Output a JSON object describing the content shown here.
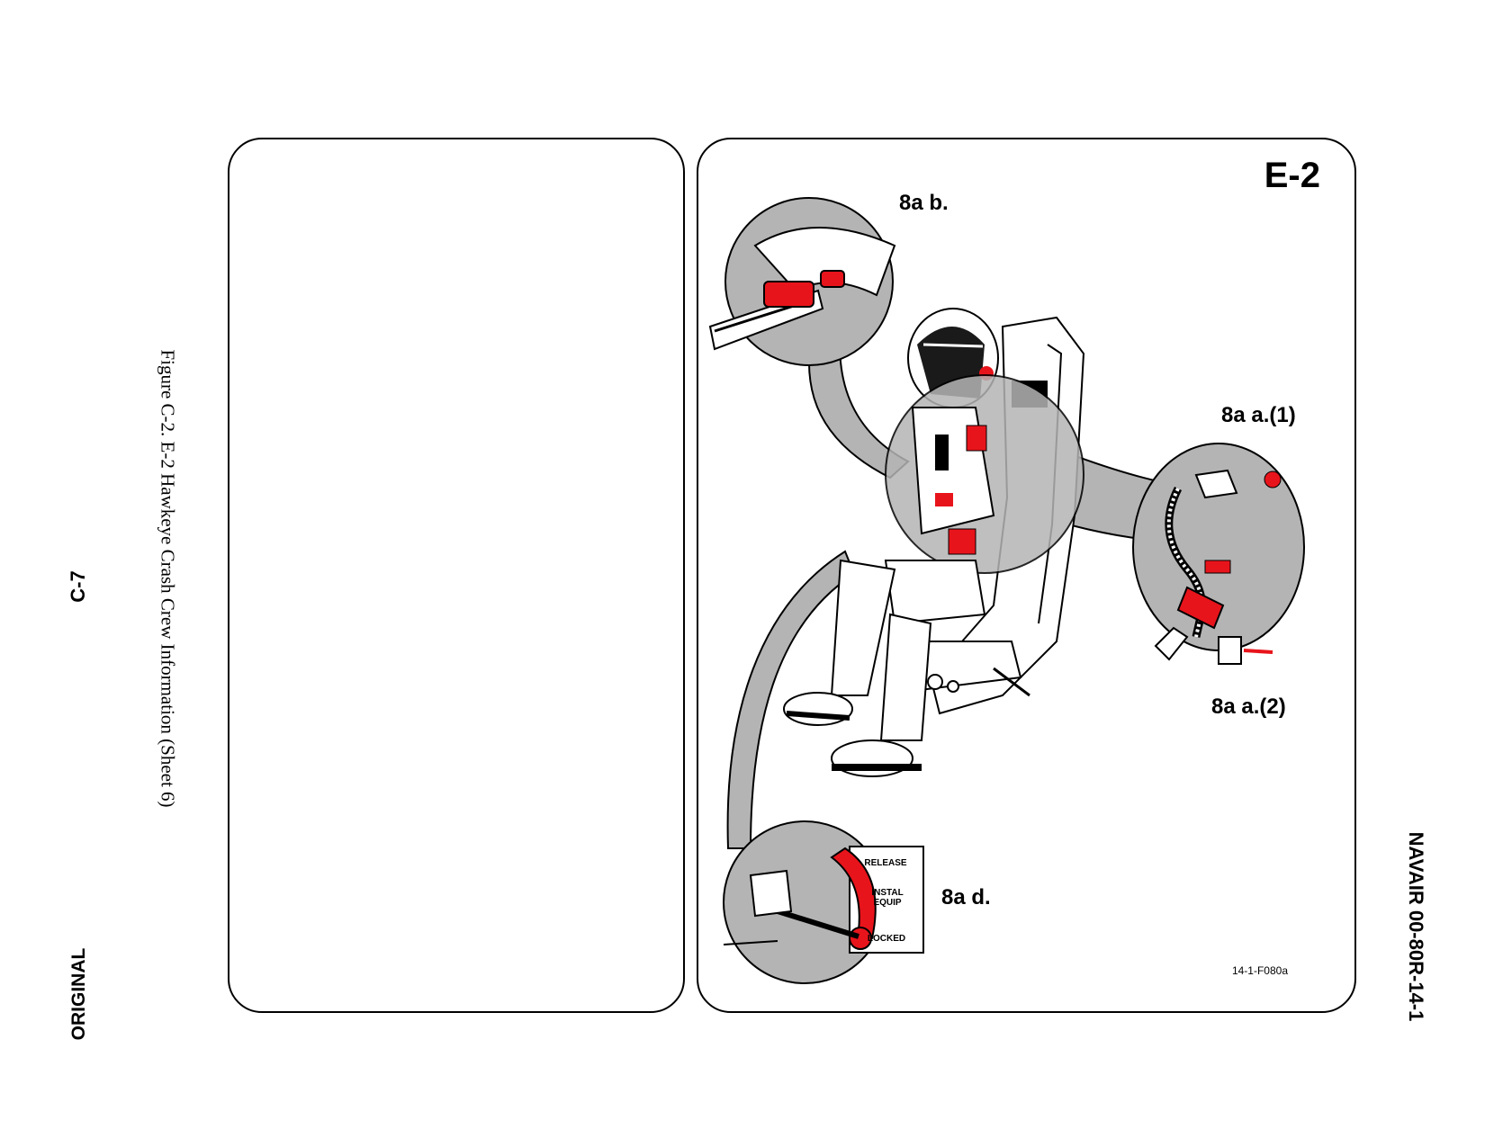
{
  "caption": "Figure C-2.  E-2 Hawkeye Crash Crew Information (Sheet 6)",
  "page_number": "C-7",
  "edition": "ORIGINAL",
  "document_number": "NAVAIR 00-80R-14-1",
  "figure": {
    "aircraft": "E-2",
    "callouts": {
      "b": "8a b.",
      "a1": "8a a.(1)",
      "a2": "8a a.(2)",
      "d": "8a d."
    },
    "lever_labels": {
      "release": "RELEASE",
      "instal_line1": "INSTAL",
      "instal_line2": "EQUIP",
      "locked": "LOCKED"
    },
    "figure_id": "14-1-F080a"
  },
  "colors": {
    "highlight": "#e8141b",
    "detail_fill": "#b4b4b4",
    "line": "#000000"
  }
}
